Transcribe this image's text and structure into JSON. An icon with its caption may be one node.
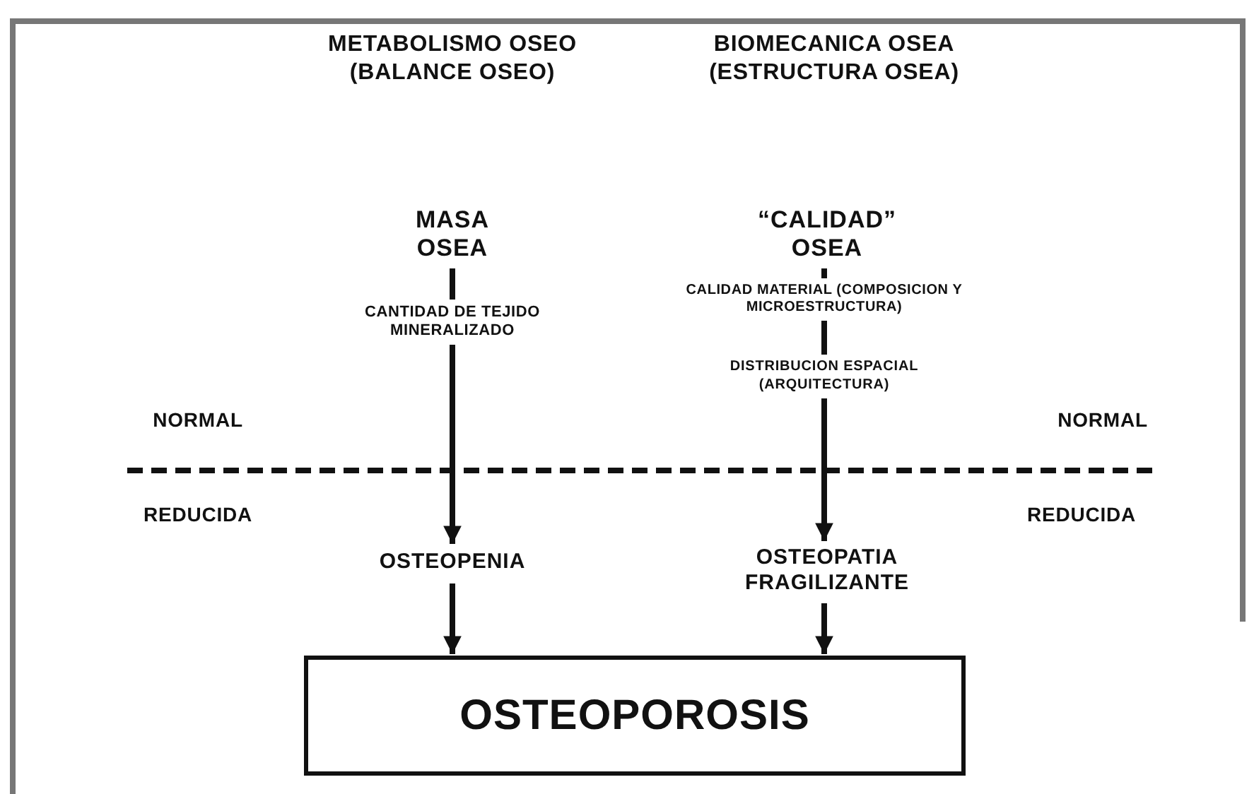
{
  "diagram": {
    "nodes": [
      {
        "text": [
          "MASA OSEA"
        ]
      },
      {
        "text": [
          "“CALIDAD” OSEA"
        ]
      },
      {
        "text": [
          "OSTEOPENIA"
        ]
      },
      {
        "text": [
          "OSTEOPATIA FRAGILIZANTE"
        ]
      },
      {
        "text": [
          "OSTEOPOROSIS"
        ]
      }
    ],
    "edges": [
      {
        "from": 0,
        "to": 2,
        "arrow": "to",
        "label": "CANTIDAD DE TEJIDO MINERALIZADO"
      },
      {
        "from": 1,
        "to": 3,
        "arrow": "to",
        "label": "CALIDAD MATERIAL (COMPOSICION Y MICROESTRUCTURA)"
      },
      {
        "from": 2,
        "to": 4,
        "arrow": "to"
      },
      {
        "from": 3,
        "to": 4,
        "arrow": "to"
      }
    ],
    "labels": [
      "METABOLISMO OSEO (BALANCE OSEO)",
      "BIOMECANICA OSEA (ESTRUCTURA OSEA)",
      "DISTRIBUCION ESPACIAL (ARQUITECTURA)",
      "NORMAL",
      "NORMAL",
      "REDUCIDA",
      "REDUCIDA"
    ]
  }
}
